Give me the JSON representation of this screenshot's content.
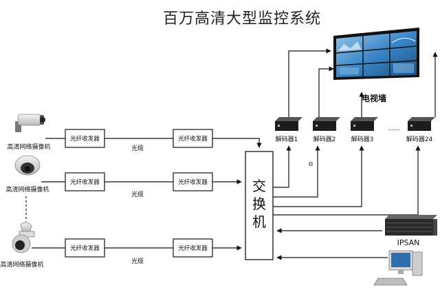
{
  "title": "百万高清大型监控系统",
  "cameras": [
    {
      "label": "高清网络摄像机",
      "icon": "bullet-camera-icon"
    },
    {
      "label": "高清网络摄像机",
      "icon": "dome-camera-icon"
    },
    {
      "label": "高清网络摄像机",
      "icon": "ptz-camera-icon"
    }
  ],
  "transceiver_label": "光纤收发器",
  "cable_label": "光缆",
  "switch_label": "交换机",
  "decoders": [
    "解码器1",
    "解码器2",
    "解码器3",
    "解码器24"
  ],
  "decoder_ellipsis": "......",
  "video_wall_label": "电视墙",
  "storage_label": "IPSAN",
  "colors": {
    "line": "#111111",
    "device": "#1d1d1d",
    "screen_blue": "#2f7fc8"
  }
}
